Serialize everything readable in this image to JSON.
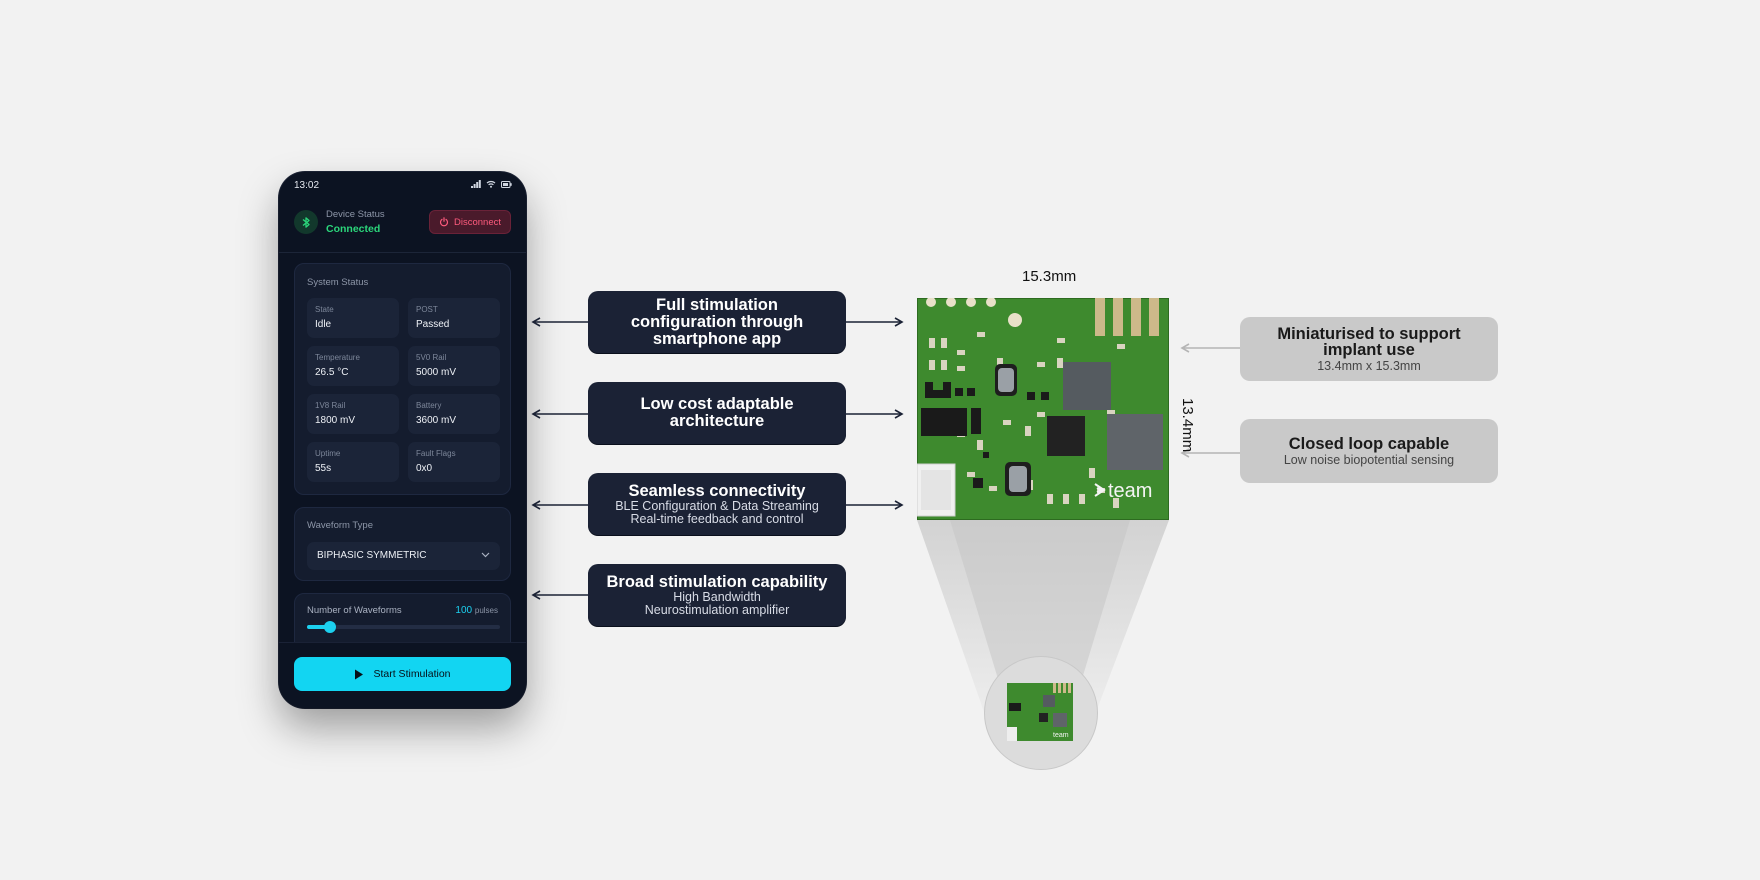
{
  "phone": {
    "time": "13:02",
    "device_status_label": "Device Status",
    "device_status_value": "Connected",
    "disconnect_label": "Disconnect",
    "system_status_title": "System Status",
    "tiles": [
      {
        "label": "State",
        "value": "Idle"
      },
      {
        "label": "POST",
        "value": "Passed"
      },
      {
        "label": "Temperature",
        "value": "26.5 °C"
      },
      {
        "label": "5V0 Rail",
        "value": "5000 mV"
      },
      {
        "label": "1V8 Rail",
        "value": "1800 mV"
      },
      {
        "label": "Battery",
        "value": "3600 mV"
      },
      {
        "label": "Uptime",
        "value": "55s"
      },
      {
        "label": "Fault Flags",
        "value": "0x0"
      }
    ],
    "waveform_title": "Waveform Type",
    "waveform_value": "BIPHASIC SYMMETRIC",
    "waveforms_label": "Number of Waveforms",
    "waveforms_value": "100",
    "waveforms_unit": "pulses",
    "waveforms_slider_fraction": 0.12,
    "start_label": "Start Stimulation",
    "accent_color": "#12d5f2",
    "connected_color": "#2bd67b",
    "disconnect_color": "#ff5b7d"
  },
  "callouts": [
    {
      "title": "Full stimulation configuration through smartphone app",
      "sub": []
    },
    {
      "title": "Low cost adaptable architecture",
      "sub": []
    },
    {
      "title": "Seamless connectivity",
      "sub": [
        "BLE Configuration & Data Streaming",
        "Real-time feedback and control"
      ]
    },
    {
      "title": "Broad stimulation capability",
      "sub": [
        "High Bandwidth",
        "Neurostimulation amplifier"
      ]
    }
  ],
  "features": [
    {
      "title": "Miniaturised to support implant use",
      "sub": "13.4mm x 15.3mm"
    },
    {
      "title": "Closed loop capable",
      "sub": "Low noise biopotential sensing"
    }
  ],
  "board": {
    "width_label": "15.3mm",
    "height_label": "13.4mm",
    "logo_text": "team",
    "pcb_color": "#3e8a2e"
  }
}
